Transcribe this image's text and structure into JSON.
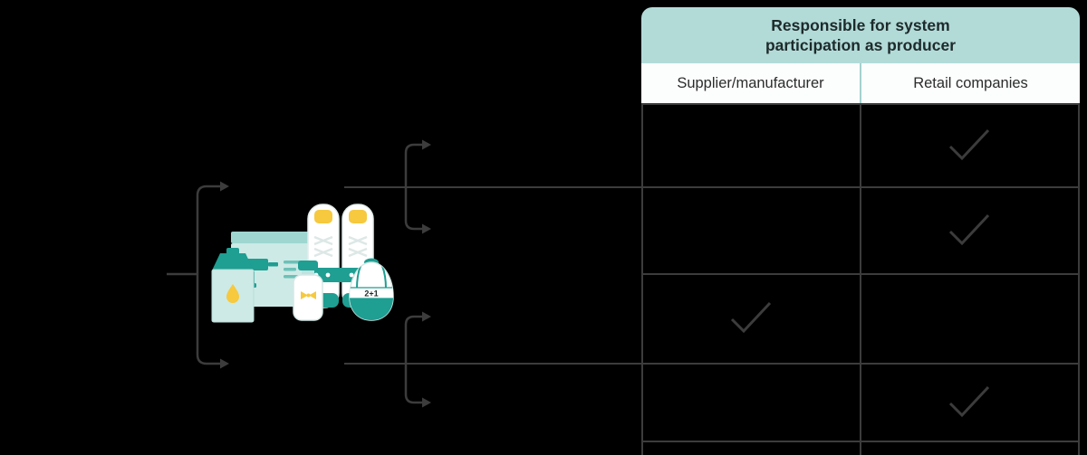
{
  "colors": {
    "background": "#000000",
    "grid_line": "#3c3c3c",
    "checkmark": "#3c3c3c",
    "header_bg": "#b2dbd8",
    "header_text": "#1e2a2b",
    "subheader_bg": "#fcfdfd",
    "subheader_divider": "#a3d2cf",
    "teal": "#1f9e92",
    "teal_mid": "#9fd6d0",
    "teal_light": "#cdeae6",
    "yellow": "#f6c93e"
  },
  "table": {
    "header": {
      "title_lines": [
        "Responsible for system",
        "participation as producer"
      ]
    },
    "columns": [
      {
        "key": "supplier",
        "label": "Supplier/manufacturer"
      },
      {
        "key": "retail",
        "label": "Retail companies"
      }
    ],
    "rows": [
      {
        "supplier": false,
        "retail": true
      },
      {
        "supplier": false,
        "retail": true
      },
      {
        "supplier": true,
        "retail": false
      },
      {
        "supplier": false,
        "retail": true
      }
    ]
  },
  "illustration": {
    "name": "consumer-products",
    "egg_label": "2+1"
  }
}
